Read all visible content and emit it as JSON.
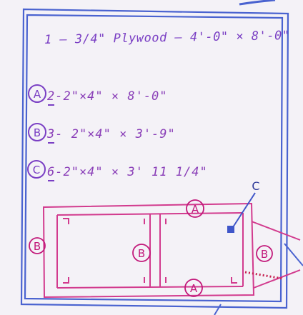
{
  "title": "1 – 3/4\" Plywood – 4'-0\" × 8'-0\"",
  "items": [
    {
      "letter": "A",
      "text": "2-2\"×4\" × 8'-0\""
    },
    {
      "letter": "B",
      "text": "3- 2\"×4\" × 3'-9\""
    },
    {
      "letter": "C",
      "text": "6-2\"×4\" × 3' 11 1/4\""
    }
  ],
  "diagram_labels": {
    "top": "A",
    "bottom": "A",
    "left": "B",
    "middle": "B",
    "right": "B",
    "corner": "C"
  },
  "colors": {
    "frame_blue": "#4a63d0",
    "ink_purple": "#8a3fb8",
    "ink_magenta": "#c2187a",
    "paper": "#f4f2f7"
  }
}
